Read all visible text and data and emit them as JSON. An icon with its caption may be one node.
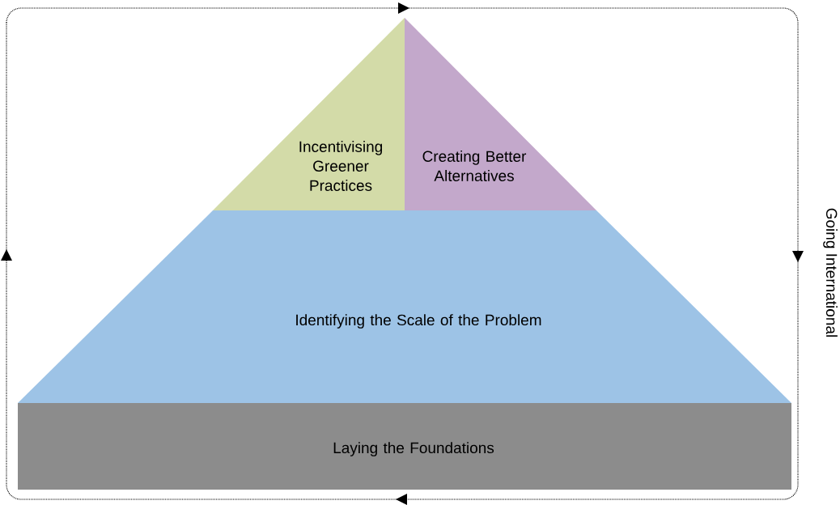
{
  "diagram": {
    "nodes": [
      {
        "text": [
          "Incentivising Greener Practices"
        ]
      },
      {
        "text": [
          "Creating Better Alternatives"
        ]
      },
      {
        "text": [
          "Identifying the Scale of the Problem"
        ]
      },
      {
        "text": [
          "Laying the Foundations"
        ]
      }
    ],
    "labels": [
      "Going International"
    ]
  }
}
